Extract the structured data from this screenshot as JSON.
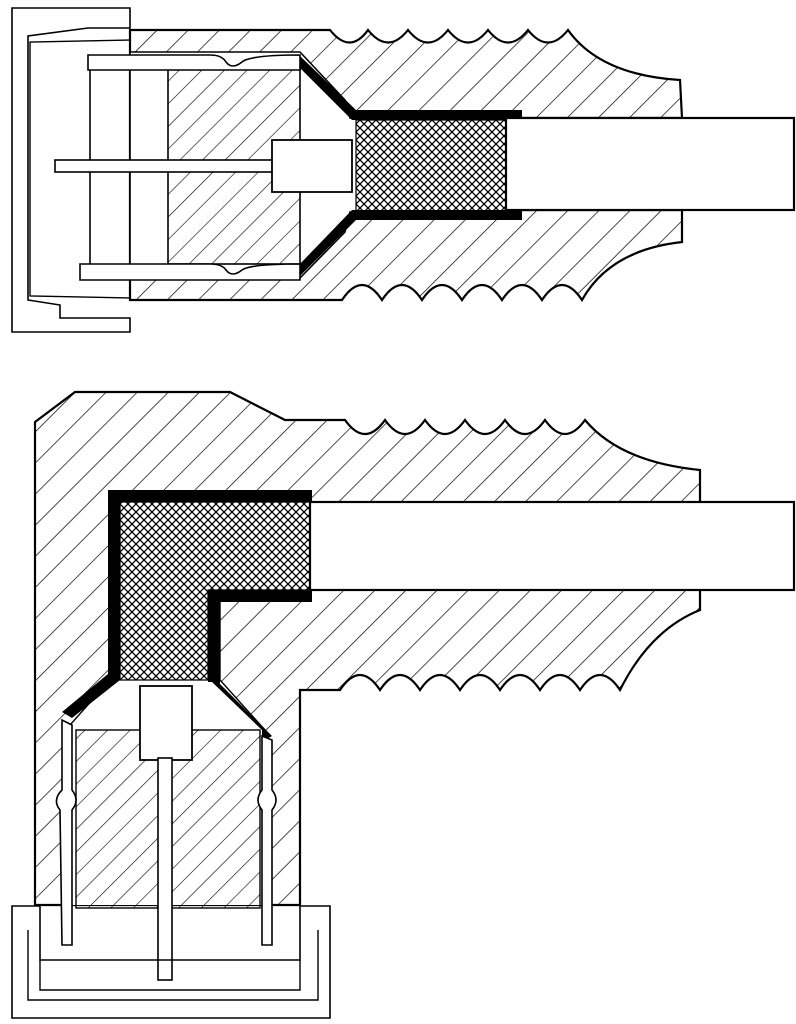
{
  "diagram": {
    "colors": {
      "line": "#000000",
      "fill": "#ffffff"
    },
    "views": [
      {
        "id": "straight-plug",
        "orientation": "horizontal"
      },
      {
        "id": "right-angle-plug",
        "orientation": "right-angle"
      }
    ],
    "hatching": {
      "body": "diagonal",
      "braid": "cross-hatch"
    }
  }
}
